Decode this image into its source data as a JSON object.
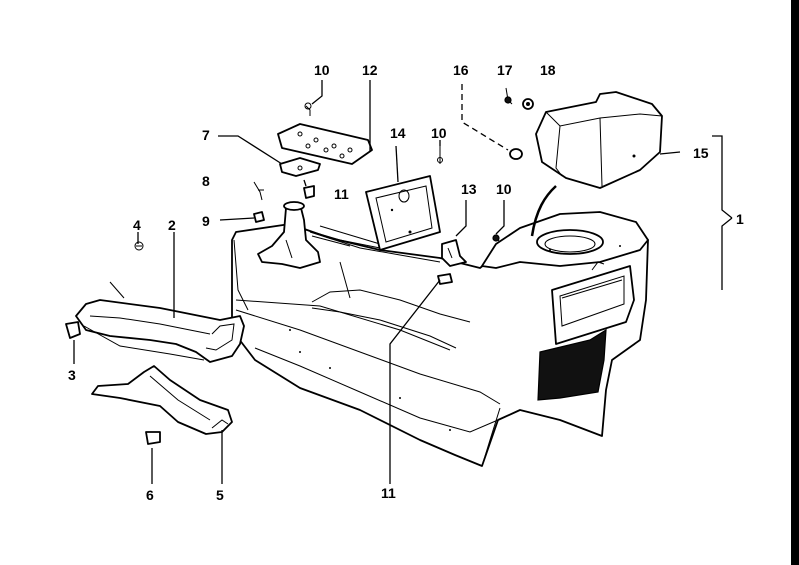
{
  "diagram": {
    "labels": {
      "l1": "1",
      "l2": "2",
      "l3": "3",
      "l4": "4",
      "l5": "5",
      "l6": "6",
      "l7": "7",
      "l8": "8",
      "l9": "9",
      "l10a": "10",
      "l10b": "10",
      "l10c": "10",
      "l11a": "11",
      "l11b": "11",
      "l12": "12",
      "l13": "13",
      "l14": "14",
      "l15": "15",
      "l16": "16",
      "l17": "17",
      "l18": "18"
    },
    "colors": {
      "ink": "#000000",
      "paper": "#ffffff"
    }
  }
}
